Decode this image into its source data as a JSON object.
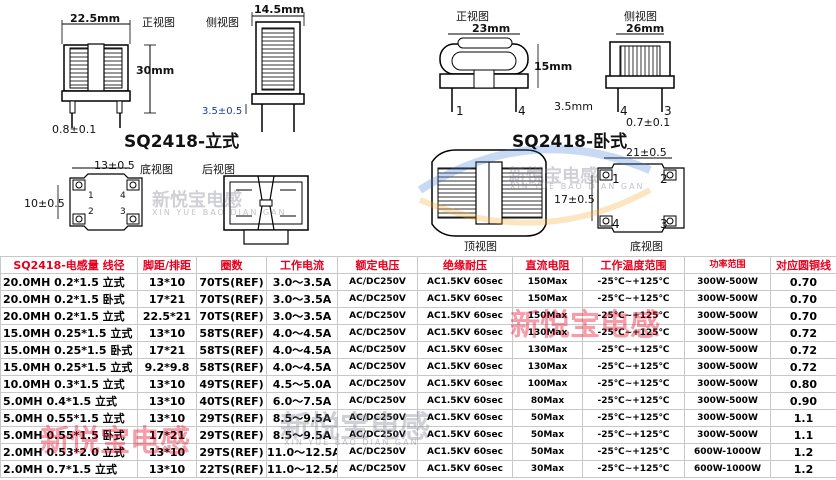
{
  "diagram": {
    "left": {
      "top_width": "22.5mm",
      "front_label": "正视图",
      "side_label": "侧视图",
      "side_width": "14.5mm",
      "height": "30mm",
      "pin_offset": "3.5±0.5",
      "pin_dia": "0.8±0.1",
      "model_title": "SQ2418-立式",
      "pin_spacing": "13±0.5",
      "bottom_label": "底视图",
      "back_label": "后视图",
      "row_spacing": "10±0.5",
      "pin_nums": [
        "1",
        "2",
        "3",
        "4"
      ]
    },
    "right": {
      "front_label": "正视图",
      "side_label": "侧视图",
      "width": "23mm",
      "side_width": "26mm",
      "height": "15mm",
      "pin_offset": "3.5mm",
      "pin_dia": "0.7±0.1",
      "model_title": "SQ2418-卧式",
      "pin_spacing": "21±0.5",
      "row_spacing": "17±0.5",
      "top_label": "顶视图",
      "bottom_label": "底视图",
      "pin_nums": [
        "1",
        "2",
        "3",
        "4"
      ]
    },
    "watermark": {
      "brand": "新悦宝电感",
      "sub": "XIN YUE BAO DIAN GAN"
    }
  },
  "table": {
    "headers": [
      "SQ2418-电感量 线径",
      "脚距/排距",
      "圈数",
      "工作电流",
      "额定电压",
      "绝缘耐压",
      "直流电阻",
      "工作温度范围",
      "功率范围",
      "对应圆铜线"
    ],
    "rows": [
      [
        "20.0MH 0.2*1.5 立式",
        "13*10",
        "70TS(REF)",
        "3.0～3.5A",
        "AC/DC250V",
        "AC1.5KV 60sec",
        "150Max",
        "-25℃~+125℃",
        "300W-500W",
        "0.70"
      ],
      [
        "20.0MH 0.2*1.5 卧式",
        "17*21",
        "70TS(REF)",
        "3.0～3.5A",
        "AC/DC250V",
        "AC1.5KV 60sec",
        "150Max",
        "-25℃~+125℃",
        "300W-500W",
        "0.70"
      ],
      [
        "20.0MH 0.2*1.5 立式",
        "22.5*21",
        "70TS(REF)",
        "3.0～3.5A",
        "AC/DC250V",
        "AC1.5KV 60sec",
        "150Max",
        "-25℃~+125℃",
        "300W-500W",
        "0.70"
      ],
      [
        "15.0MH 0.25*1.5 立式",
        "13*10",
        "58TS(REF)",
        "4.0～4.5A",
        "AC/DC250V",
        "AC1.5KV 60sec",
        "130Max",
        "-25℃~+125℃",
        "300W-500W",
        "0.72"
      ],
      [
        "15.0MH 0.25*1.5 卧式",
        "17*21",
        "58TS(REF)",
        "4.0～4.5A",
        "AC/DC250V",
        "AC1.5KV 60sec",
        "130Max",
        "-25℃~+125℃",
        "300W-500W",
        "0.72"
      ],
      [
        "15.0MH 0.25*1.5 立式",
        "9.2*9.8",
        "58TS(REF)",
        "4.0～4.5A",
        "AC/DC250V",
        "AC1.5KV 60sec",
        "130Max",
        "-25℃~+125℃",
        "300W-500W",
        "0.72"
      ],
      [
        "10.0MH 0.3*1.5 立式",
        "13*10",
        "49TS(REF)",
        "4.5～5.0A",
        "AC/DC250V",
        "AC1.5KV 60sec",
        "100Max",
        "-25℃~+125℃",
        "300W-500W",
        "0.80"
      ],
      [
        "5.0MH 0.4*1.5 立式",
        "13*10",
        "40TS(REF)",
        "6.0～7.5A",
        "AC/DC250V",
        "AC1.5KV 60sec",
        "80Max",
        "-25℃~+125℃",
        "300W-500W",
        "0.90"
      ],
      [
        "5.0MH 0.55*1.5 立式",
        "13*10",
        "29TS(REF)",
        "8.5～9.5A",
        "AC/DC250V",
        "AC1.5KV 60sec",
        "50Max",
        "-25℃~+125℃",
        "300W-500W",
        "1.1"
      ],
      [
        "5.0MH 0.55*1.5 卧式",
        "17*21",
        "29TS(REF)",
        "8.5～9.5A",
        "AC/DC250V",
        "AC1.5KV 60sec",
        "50Max",
        "-25℃~+125℃",
        "300W-500W",
        "1.1"
      ],
      [
        "2.0MH 0.53*2.0 立式",
        "13*10",
        "29TS(REF)",
        "11.0～12.5A",
        "AC/DC250V",
        "AC1.5KV 60sec",
        "50Max",
        "-25℃~+125℃",
        "600W-1000W",
        "1.2"
      ],
      [
        "2.0MH 0.7*1.5 立式",
        "13*10",
        "22TS(REF)",
        "11.0～12.5A",
        "AC/DC250V",
        "AC1.5KV 60sec",
        "30Max",
        "-25℃~+125℃",
        "600W-1000W",
        "1.2"
      ]
    ]
  },
  "colors": {
    "header_red": "#e6001e",
    "grid": "#c8c8c8",
    "watermark_red": "#e6001e",
    "watermark_blue": "#3a7bd5",
    "watermark_orange": "#f5a623"
  }
}
